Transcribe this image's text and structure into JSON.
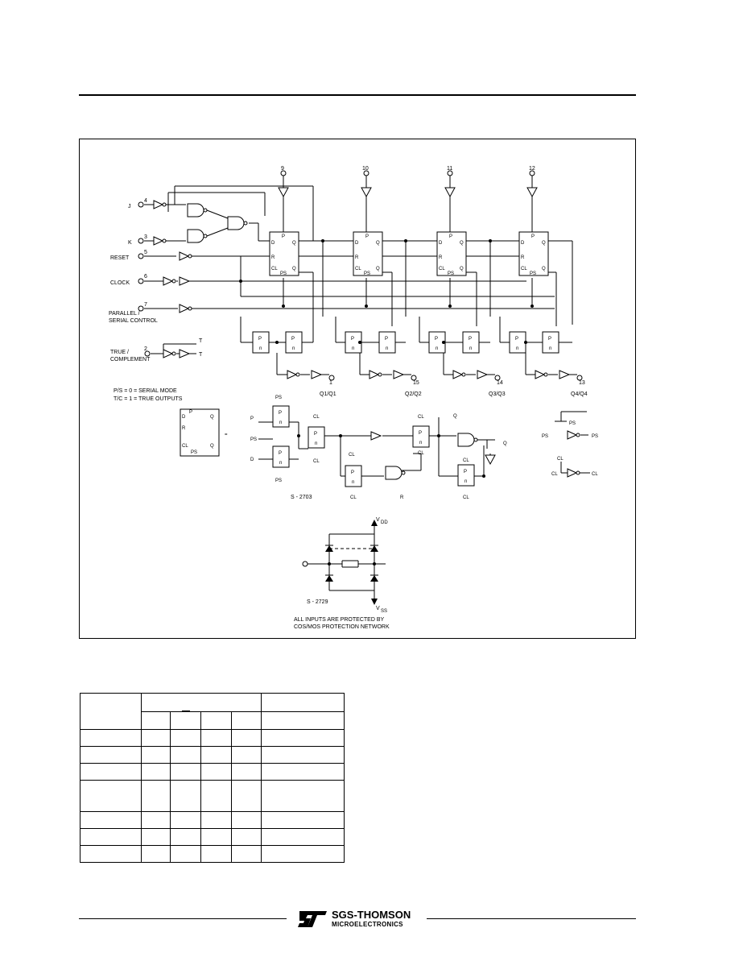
{
  "diagram": {
    "pins": {
      "p9": "9",
      "p10": "10",
      "p11": "11",
      "p12": "12",
      "p4": "4",
      "p3": "3",
      "p5": "5",
      "p6": "6",
      "p7": "7",
      "p2": "2",
      "p1": "1",
      "p15": "15",
      "p14": "14",
      "p13": "13"
    },
    "inputs": {
      "j": "J",
      "k": "K",
      "reset": "RESET",
      "clock": "CLOCK",
      "parallel_1": "PARALLEL /",
      "parallel_2": "SERIAL  CONTROL",
      "true_1": "TRUE /",
      "true_2": "COMPLEMENT"
    },
    "t_label": "T",
    "outputs": {
      "q1": "Q1/Q1",
      "q2": "Q2/Q2",
      "q3": "Q3/Q3",
      "q4": "Q4/Q4"
    },
    "notes": {
      "mode": "P/S = 0 = SERIAL  MODE",
      "tc": "T/C = 1 = TRUE  OUTPUTS"
    },
    "ff_labels": {
      "p": "P",
      "d": "D",
      "q": "Q",
      "r": "R",
      "cl": "CL",
      "ps": "PS"
    },
    "gate_labels": {
      "p": "P",
      "n": "n"
    },
    "detail": {
      "ps": "PS",
      "d": "D",
      "cl": "CL",
      "r": "R",
      "q": "Q",
      "equals": "="
    },
    "figure_codes": {
      "logic": "S - 2703",
      "protection": "S - 2729"
    },
    "protection": {
      "vdd": "V",
      "vdd_sub": "DD",
      "vss": "V",
      "vss_sub": "SS",
      "note_1": "ALL  INPUTS  ARE  PROTECTED  BY",
      "note_2": "COS/MOS  PROTECTION  NETWORK"
    }
  },
  "logo": {
    "brand": "SGS-THOMSON",
    "sub": "MICROELECTRONICS"
  }
}
